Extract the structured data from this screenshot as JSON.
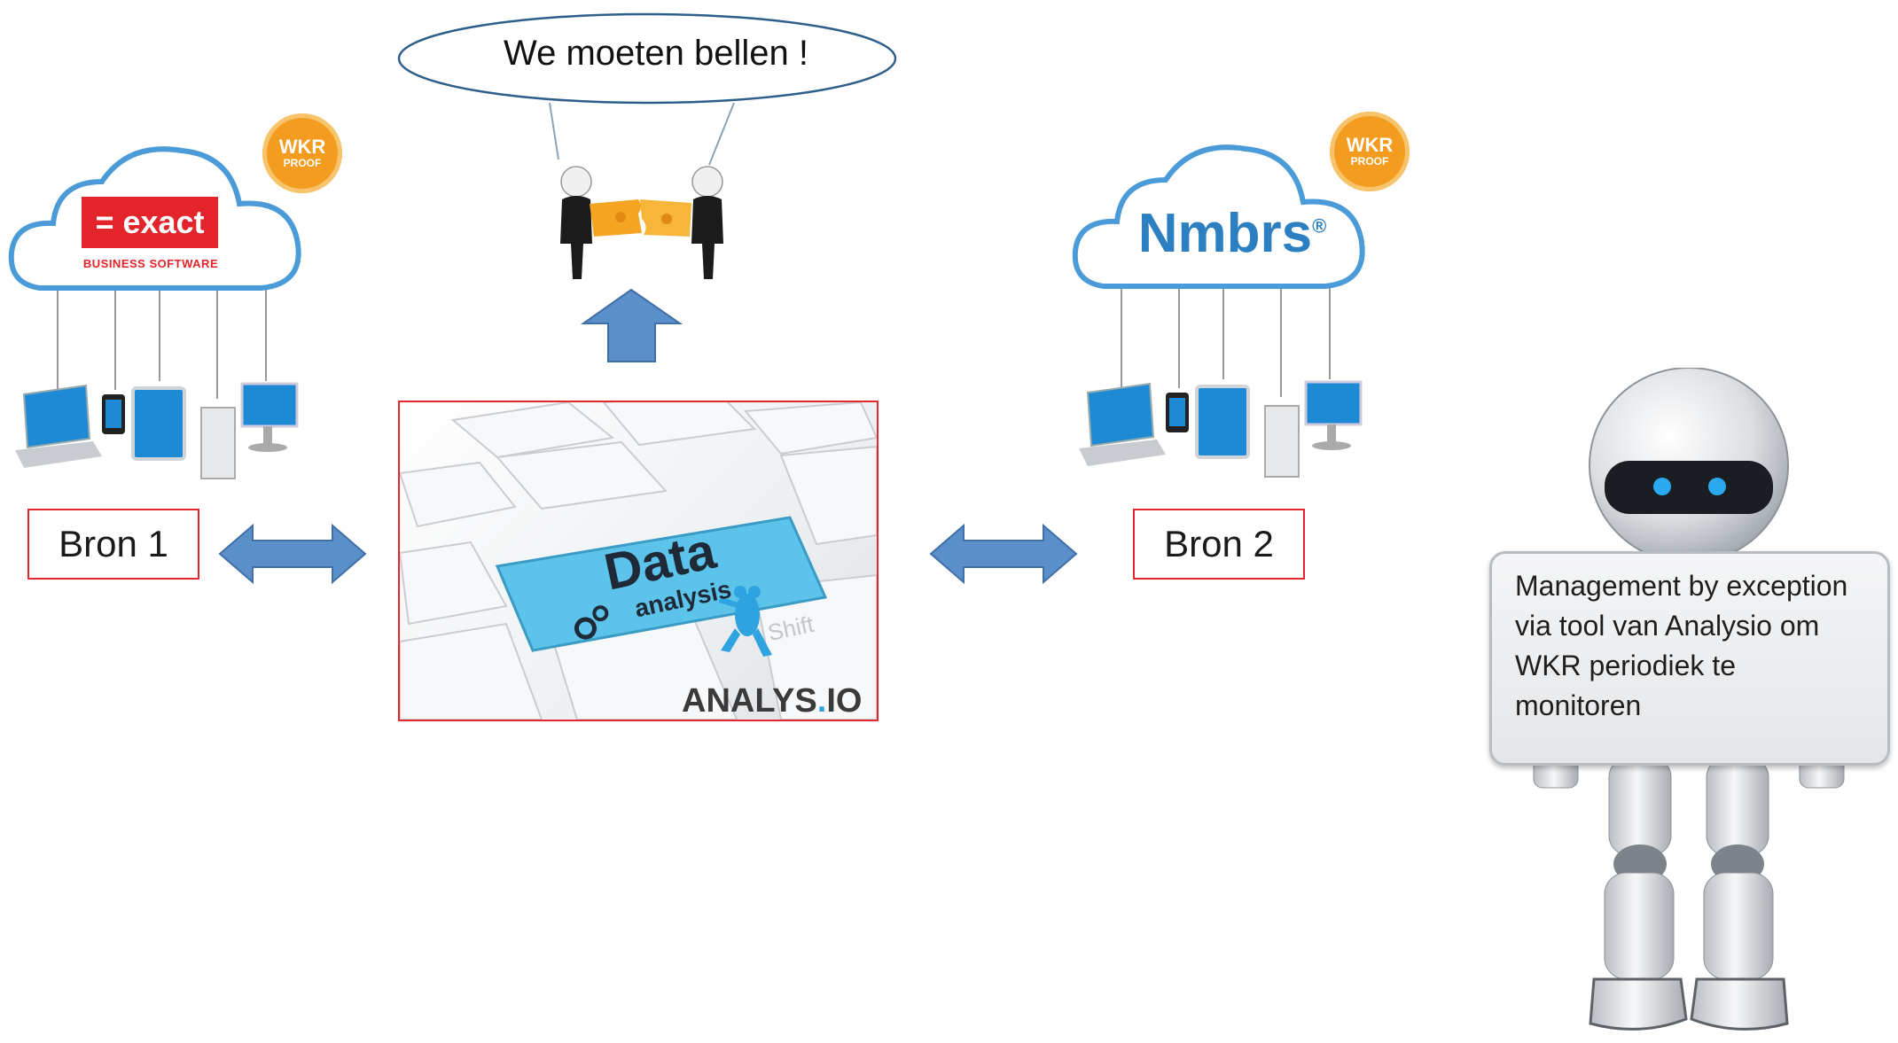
{
  "speech_bubble": {
    "text": "We moeten bellen !"
  },
  "source1": {
    "box_label": "Bron 1",
    "logo_text": "= exact",
    "logo_subtext": "BUSINESS SOFTWARE",
    "badge_line1": "WKR",
    "badge_line2": "PROOF"
  },
  "source2": {
    "box_label": "Bron 2",
    "logo_text": "Nmbrs",
    "logo_reg": "®",
    "badge_line1": "WKR",
    "badge_line2": "PROOF"
  },
  "center": {
    "key_title": "Data",
    "key_subtitle": "analysis",
    "brand_prefix": "ANALYS",
    "brand_dot": ".",
    "brand_suffix": "IO",
    "shift_key": "Shift"
  },
  "robot_sign": {
    "text": "Management by exception via tool van Analysio om WKR periodiek te monitoren"
  },
  "colors": {
    "arrow_blue": "#5b8fc9",
    "box_border": "#e0282e",
    "cloud_stroke": "#4a9bd8",
    "exact_red": "#e4242b",
    "nmbrs_blue": "#2c7fc0",
    "badge_orange": "#f39c1f",
    "key_blue": "#5cc3ea"
  }
}
